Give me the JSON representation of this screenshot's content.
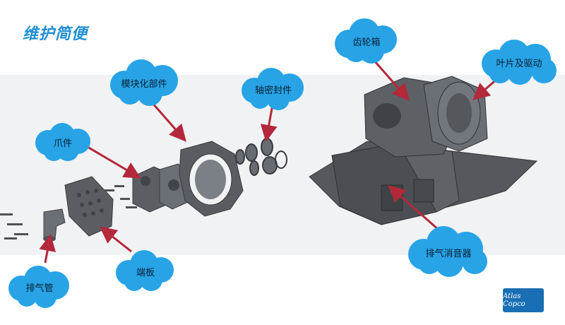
{
  "slide": {
    "title": "维护简便",
    "logo_text": "Atlas Copco"
  },
  "labels": {
    "gearbox": "齿轮箱",
    "vanes_drive": "叶片及驱动",
    "modular_parts": "模块化部件",
    "shaft_seal": "轴密封件",
    "claws": "爪件",
    "exhaust_silencer": "排气消音器",
    "exhaust_pipe": "排气管",
    "end_plate": "端板"
  },
  "colors": {
    "cloud": "#27a3e6",
    "arrow": "#b3283a",
    "title": "#1f8fd6",
    "machine_dark": "#4e5257",
    "machine_mid": "#676c72",
    "band": "#f1f2f3",
    "logo": "#1a6fb4"
  }
}
